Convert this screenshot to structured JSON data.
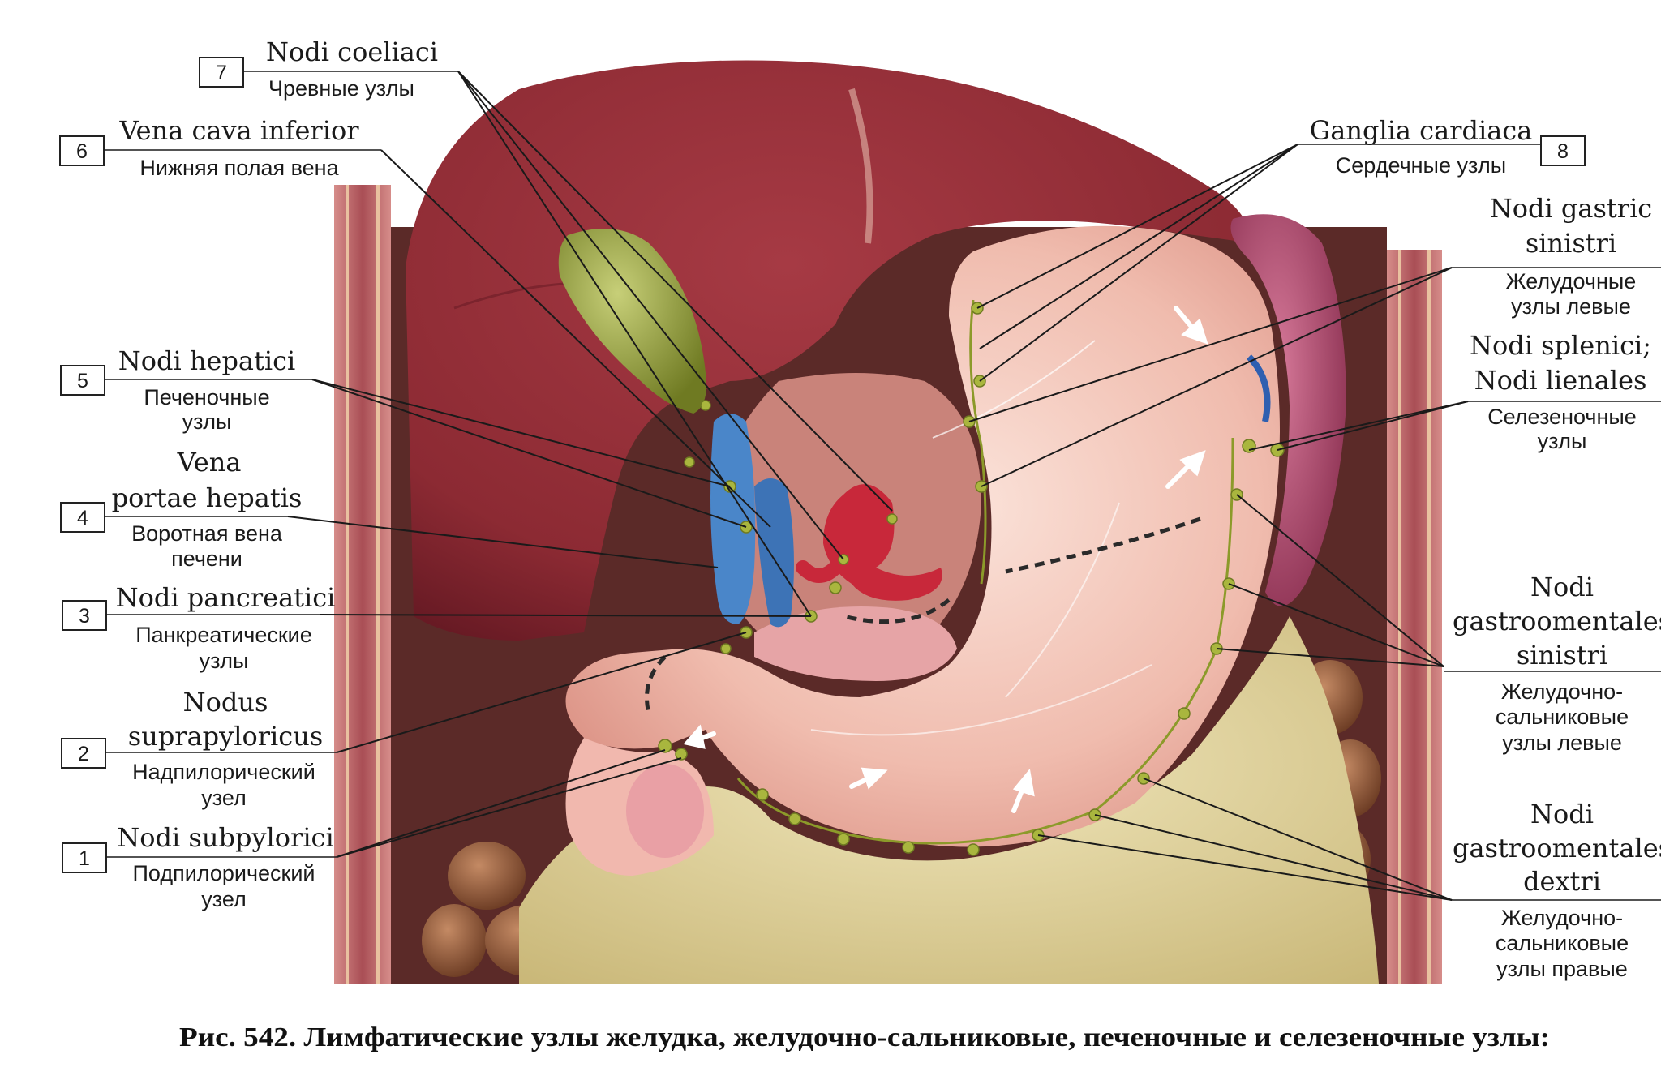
{
  "labels": {
    "n7": {
      "num": "7",
      "lat": "Nodi coeliaci",
      "rus": "Чревные узлы"
    },
    "n6": {
      "num": "6",
      "lat": "Vena cava inferior",
      "rus": "Нижняя полая вена"
    },
    "n5": {
      "num": "5",
      "lat": "Nodi hepatici",
      "rus1": "Печеночные",
      "rus2": "узлы"
    },
    "n4": {
      "num": "4",
      "lat1": "Vena",
      "lat2": "portae hepatis",
      "rus1": "Воротная вена",
      "rus2": "печени"
    },
    "n3": {
      "num": "3",
      "lat": "Nodi pancreatici",
      "rus1": "Панкреатические",
      "rus2": "узлы"
    },
    "n2": {
      "num": "2",
      "lat1": "Nodus",
      "lat2": "suprapyloricus",
      "rus1": "Надпилорический",
      "rus2": "узел"
    },
    "n1": {
      "num": "1",
      "lat": "Nodi subpylorici",
      "rus1": "Подпилорический",
      "rus2": "узел"
    },
    "n8": {
      "num": "8",
      "lat": "Ganglia cardiaca",
      "rus": "Сердечные узлы"
    },
    "gs": {
      "lat1": "Nodi gastric",
      "lat2": "sinistri",
      "rus1": "Желудочные",
      "rus2": "узлы левые"
    },
    "sp": {
      "lat1": "Nodi splenici;",
      "lat2": "Nodi lienales",
      "rus1": "Селезеночные",
      "rus2": "узлы"
    },
    "gos": {
      "lat1": "Nodi",
      "lat2": "gastroomentales",
      "lat3": "sinistri",
      "rus1": "Желудочно-",
      "rus2": "сальниковые",
      "rus3": "узлы левые"
    },
    "god": {
      "lat1": "Nodi",
      "lat2": "gastroomentales",
      "lat3": "dextri",
      "rus1": "Желудочно-",
      "rus2": "сальниковые",
      "rus3": "узлы правые"
    }
  },
  "caption": "Рис. 542. Лимфатические узлы желудка, желудочно-сальниковые, печеночные и селезеночные узлы:",
  "colors": {
    "liver": "#8c2a33",
    "liver_dark": "#5e1620",
    "stomach": "#efb9ac",
    "omentum": "#ddd09a",
    "gallbladder": "#8f9a3a",
    "portal_vein": "#4a86c9",
    "artery": "#c8283a",
    "spleen": "#b04a6c",
    "node": "#a9b63e",
    "wall": "#b8686a"
  }
}
